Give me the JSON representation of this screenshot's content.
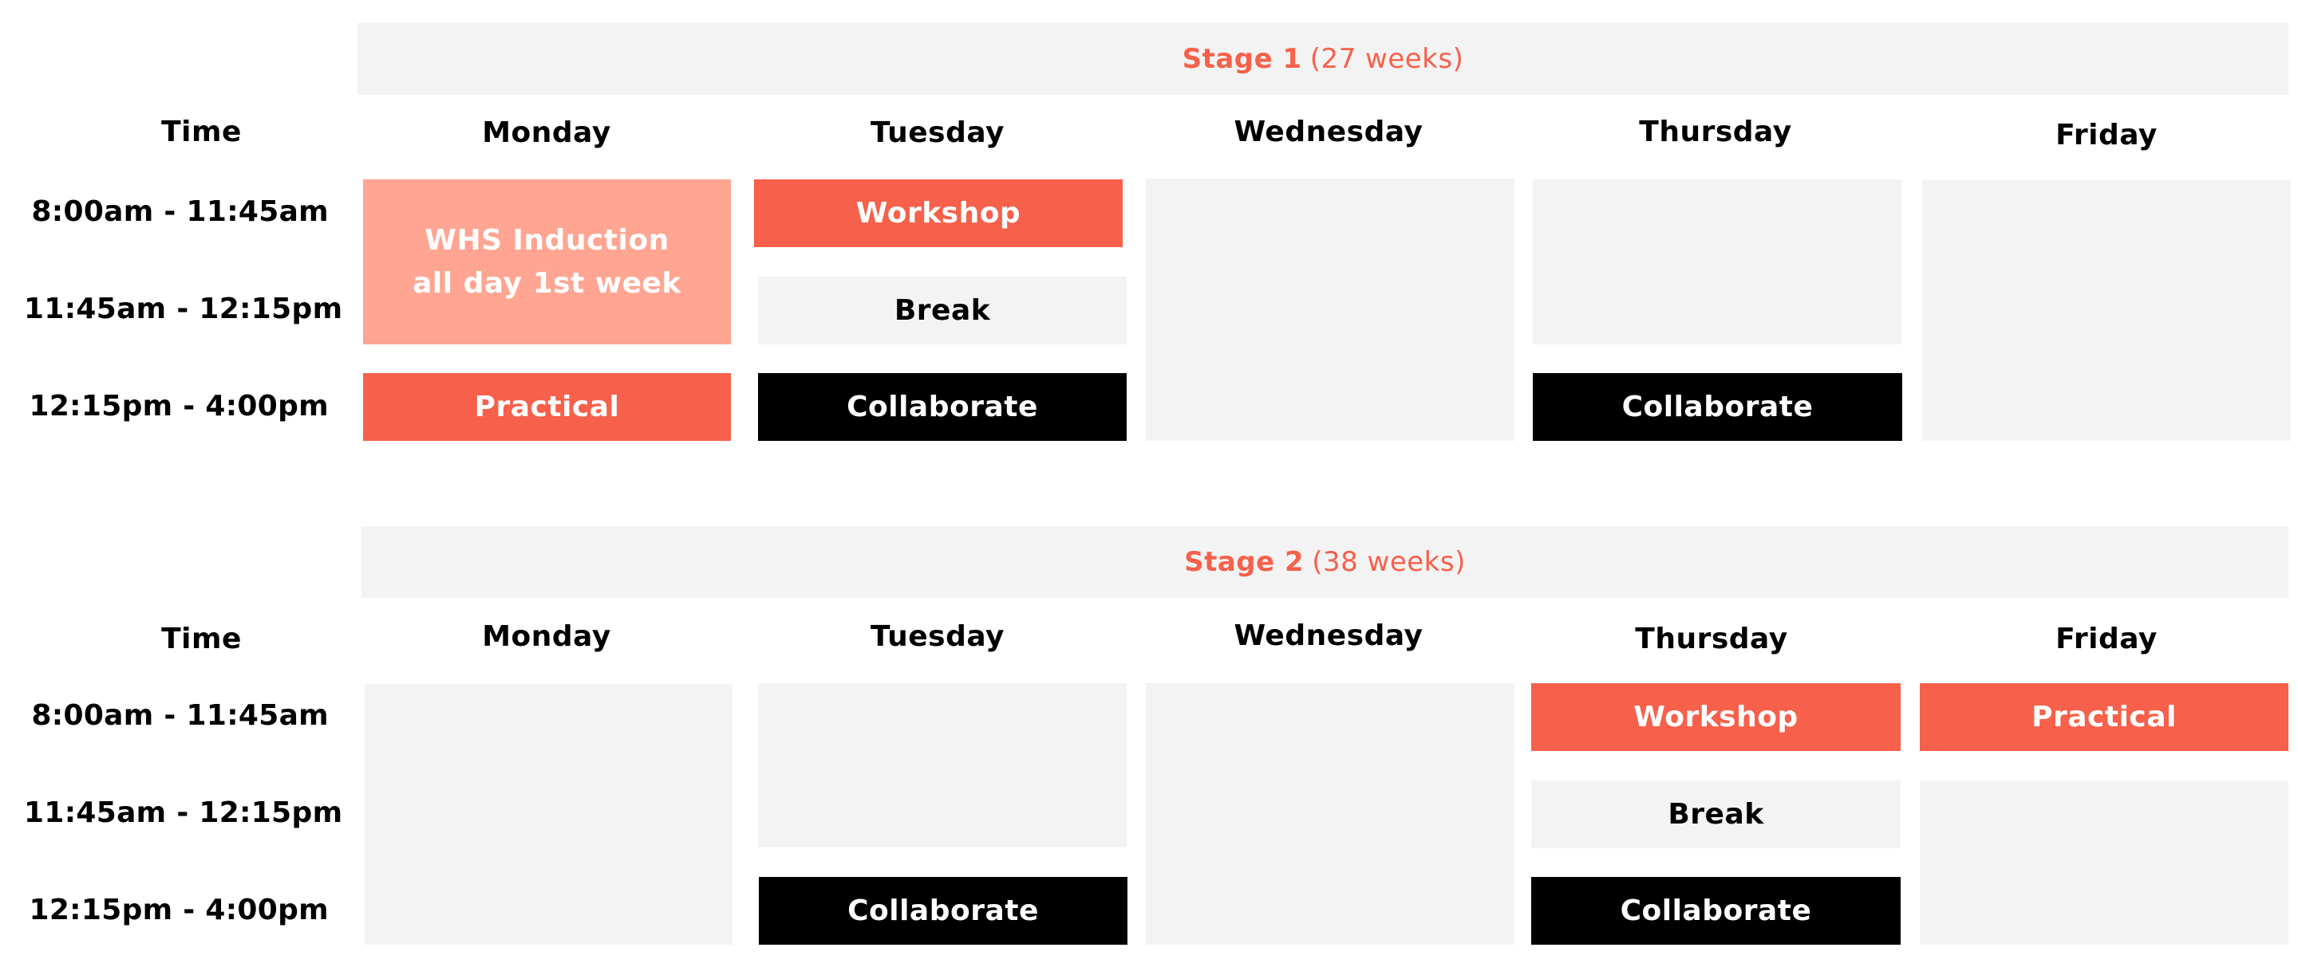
{
  "stage1": {
    "stage_label": "Stage 1",
    "weeks_label": "(27 weeks)",
    "time_header": "Time",
    "days": [
      "Monday",
      "Tuesday",
      "Wednesday",
      "Thursday",
      "Friday"
    ],
    "times": [
      "8:00am - 11:45am",
      "11:45am - 12:15pm",
      "12:15pm - 4:00pm"
    ],
    "monday": {
      "induction_line1": "WHS Induction",
      "induction_line2": "all day 1st week",
      "afternoon": "Practical"
    },
    "tuesday": {
      "morning": "Workshop",
      "break": "Break",
      "afternoon": "Collaborate"
    },
    "thursday": {
      "afternoon": "Collaborate"
    }
  },
  "stage2": {
    "stage_label": "Stage 2",
    "weeks_label": "(38 weeks)",
    "time_header": "Time",
    "days": [
      "Monday",
      "Tuesday",
      "Wednesday",
      "Thursday",
      "Friday"
    ],
    "times": [
      "8:00am - 11:45am",
      "11:45am - 12:15pm",
      "12:15pm - 4:00pm"
    ],
    "tuesday": {
      "afternoon": "Collaborate"
    },
    "thursday": {
      "morning": "Workshop",
      "break": "Break",
      "afternoon": "Collaborate"
    },
    "friday": {
      "morning": "Practical"
    }
  },
  "colors": {
    "accent": "#f7604a",
    "accent_light": "#ffa592",
    "grey": "#f3f3f3",
    "dark": "#000000"
  }
}
